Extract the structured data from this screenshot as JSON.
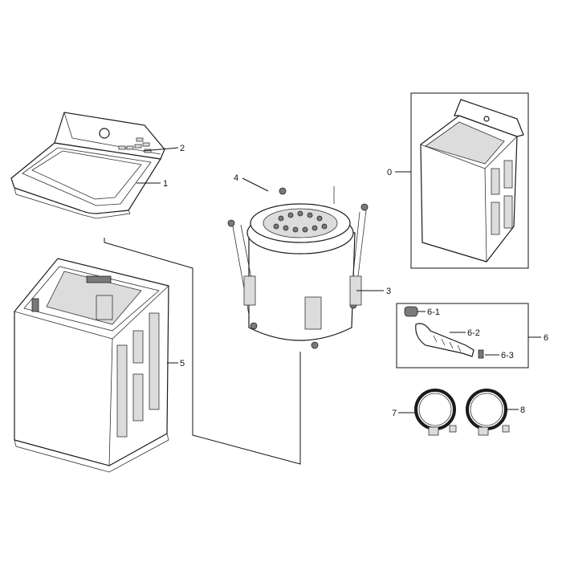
{
  "labels": {
    "p0": "0",
    "p1": "1",
    "p2": "2",
    "p3": "3",
    "p4": "4",
    "p5": "5",
    "p6": "6",
    "p6_1": "6-1",
    "p6_2": "6-2",
    "p6_3": "6-3",
    "p7": "7",
    "p8": "8"
  }
}
